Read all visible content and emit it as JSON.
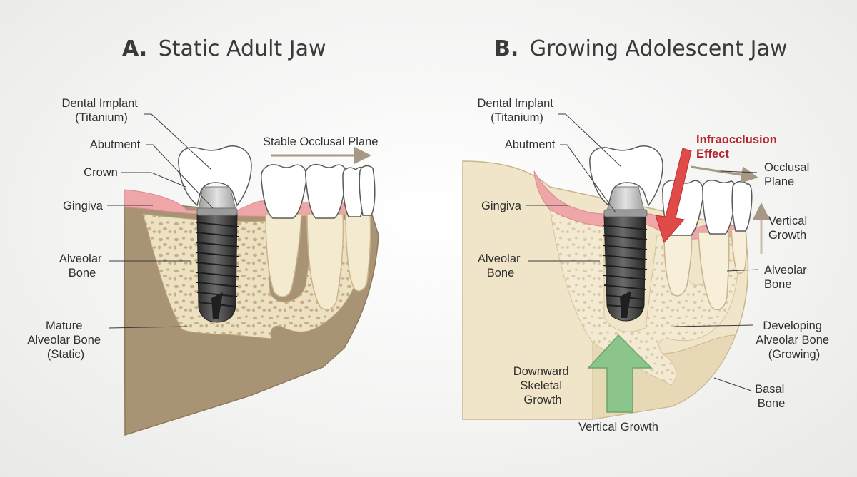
{
  "panelA": {
    "title_letter": "A.",
    "title_text": "Static Adult Jaw",
    "labels": {
      "implant_1": "Dental Implant",
      "implant_2": "(Titanium)",
      "abutment": "Abutment",
      "crown": "Crown",
      "gingiva": "Gingiva",
      "alveolar_1": "Alveolar",
      "alveolar_2": "Bone",
      "mature_1": "Mature",
      "mature_2": "Alveolar Bone",
      "mature_3": "(Static)",
      "occlusal": "Stable Occlusal Plane"
    }
  },
  "panelB": {
    "title_letter": "B.",
    "title_text": "Growing Adolescent Jaw",
    "labels": {
      "implant_1": "Dental Implant",
      "implant_2": "(Titanium)",
      "abutment": "Abutment",
      "gingiva": "Gingiva",
      "alveolar_left_1": "Alveolar",
      "alveolar_left_2": "Bone",
      "infra_1": "Infraocclusion",
      "infra_2": "Effect",
      "occlusal_1": "Occlusal",
      "occlusal_2": "Plane",
      "vertical_1": "Vertical",
      "vertical_2": "Growth",
      "alveolar_right_1": "Alveolar",
      "alveolar_right_2": "Bone",
      "developing_1": "Developing",
      "developing_2": "Alveolar Bone",
      "developing_3": "(Growing)",
      "basal_1": "Basal",
      "basal_2": "Bone",
      "downward_1": "Downward",
      "downward_2": "Skeletal",
      "downward_3": "Growth",
      "vertical_bottom": "Vertical Growth"
    }
  },
  "colors": {
    "bone_mature": "#a89474",
    "bone_young": "#f0e5c8",
    "cancellous": "#ede1c3",
    "gingiva": "#eea6a9",
    "tooth": "#ffffff",
    "metal": "#3a3a3a",
    "abutment": "#c9c9c9",
    "infraocclusion_arrow": "#e04a48",
    "growth_arrow": "#8cc58b",
    "arrow_gray": "#a69884"
  }
}
